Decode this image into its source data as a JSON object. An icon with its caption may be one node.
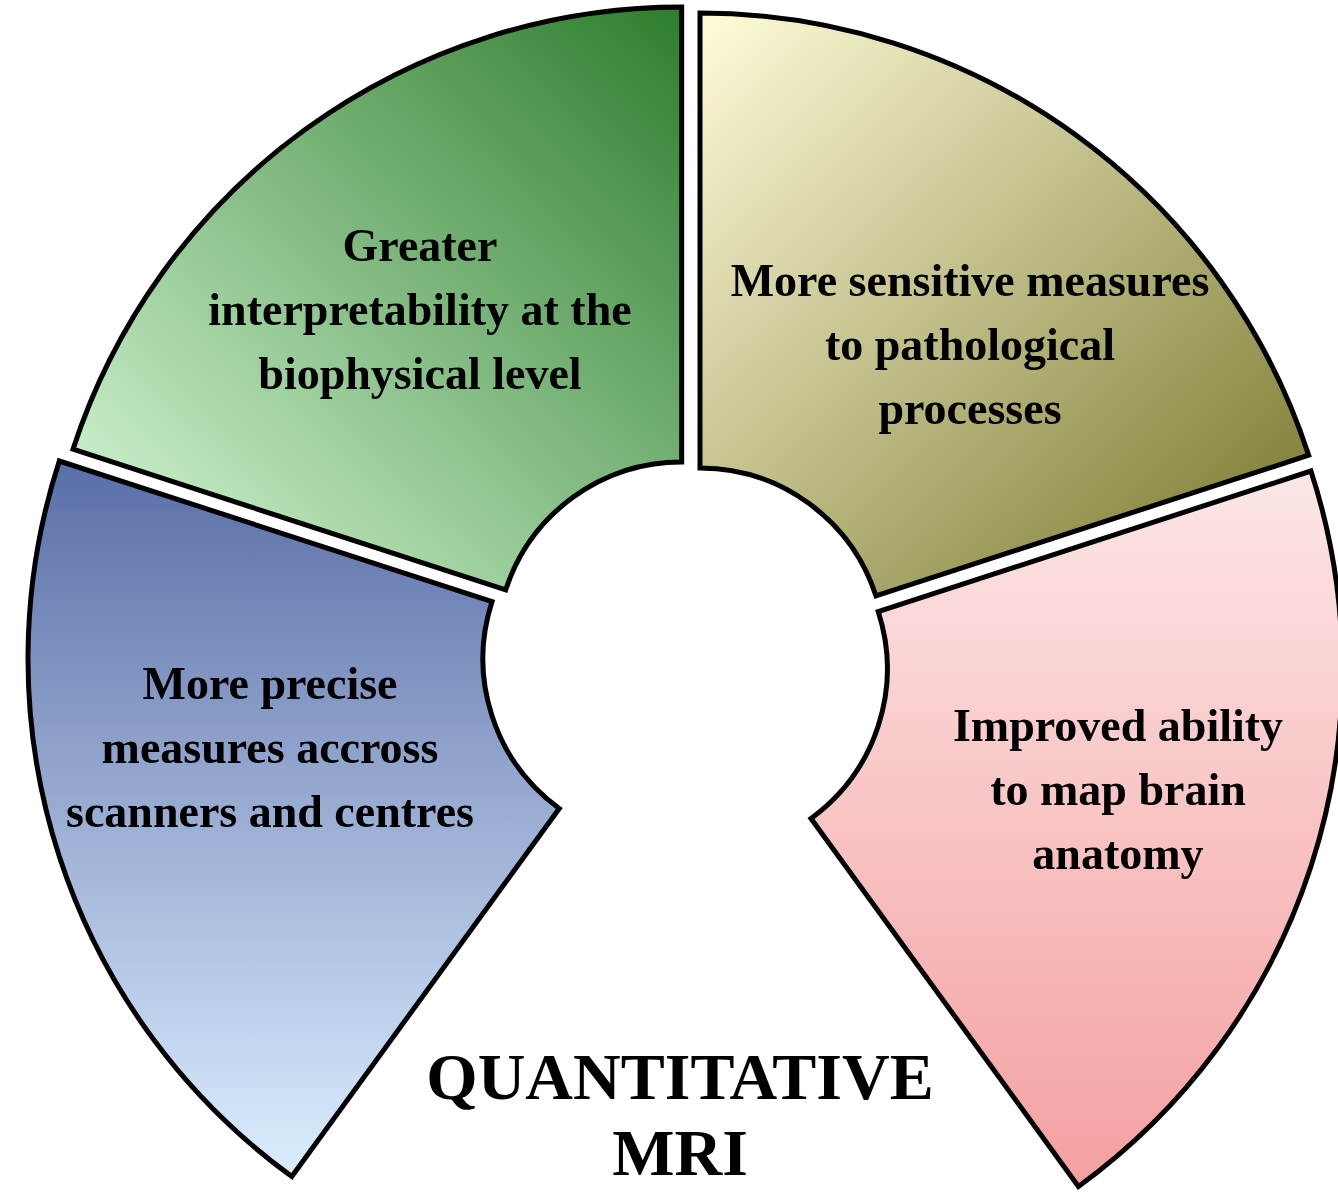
{
  "diagram": {
    "title": "QUANTITATIVE MRI",
    "nodes": [
      {
        "text": [
          "Greater interpretability at the biophysical level"
        ]
      },
      {
        "text": [
          "More sensitive measures to pathological processes"
        ]
      },
      {
        "text": [
          "Improved ability to map brain anatomy"
        ]
      },
      {
        "text": [
          "More precise measures accross scanners and centres"
        ]
      }
    ]
  }
}
